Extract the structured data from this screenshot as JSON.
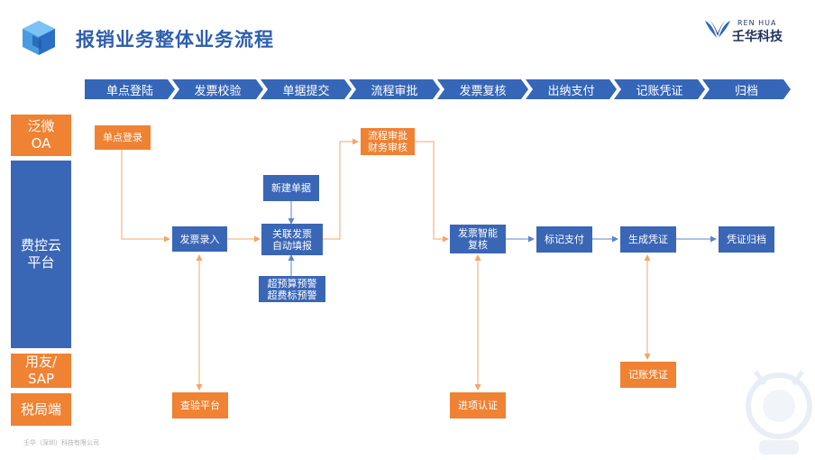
{
  "header": {
    "title": "报销业务整体业务流程",
    "brand_top": "REN HUA",
    "brand_name": "壬华科技",
    "logo_icon": "hexagon-cube-icon",
    "brand_icon": "bird-wings-icon"
  },
  "phases": [
    "单点登陆",
    "发票校验",
    "单据提交",
    "流程审批",
    "发票复核",
    "出纳支付",
    "记账凭证",
    "归档"
  ],
  "lanes": {
    "oa": "泛微\nOA",
    "cloud": "费控云\n平台",
    "sap": "用友/\nSAP",
    "tax": "税局端"
  },
  "nodes": {
    "sso": "单点登录",
    "invoice_entry": "发票录入",
    "new_doc": "新建单据",
    "link_invoice": "关联发票\n自动填报",
    "budget_warn": "超预算预警\n超费标预警",
    "approval": "流程审批\n财务审核",
    "smart_review": "发票智能\n复核",
    "mark_pay": "标记支付",
    "gen_voucher": "生成凭证",
    "archive": "凭证归档",
    "check_platform": "查验平台",
    "input_cert": "进项认证",
    "book_voucher": "记账凭证"
  },
  "colors": {
    "blue": "#3a66b6",
    "phase_blue": "#3566b8",
    "orange": "#ef8233",
    "title": "#2d5fae",
    "arrow_orange": "#f3a56b",
    "arrow_blue": "#5d86c8"
  },
  "footer": "壬华（深圳）科技有限公司"
}
